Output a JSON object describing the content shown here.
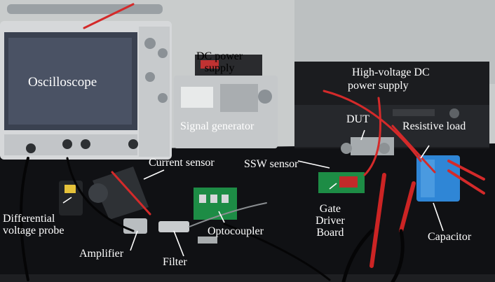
{
  "colors": {
    "background": "#ffffff",
    "bench": "#101114",
    "wall": "#c9cccc",
    "label_light": "#ffffff",
    "label_dark": "#000000",
    "annotation_arrow": "#ffffff",
    "probe_red": "#d42a2a",
    "capacitor_blue": "#2f86d6",
    "pcb_green": "#1d8c45"
  },
  "labels": {
    "oscilloscope": "Oscilloscope",
    "dc_power_supply_line1": "DC power",
    "dc_power_supply_line2": "supply",
    "high_voltage_dc_line1": "High-voltage DC",
    "high_voltage_dc_line2": "power supply",
    "dut": "DUT",
    "resistive_load": "Resistive load",
    "signal_generator": "Signal generator",
    "current_sensor": "Current sensor",
    "ssw_sensor": "SSW sensor",
    "gate_driver_line1": "Gate",
    "gate_driver_line2": "Driver",
    "gate_driver_line3": "Board",
    "differential_probe_line1": "Differential",
    "differential_probe_line2": "voltage probe",
    "optocoupler": "Optocoupler",
    "amplifier": "Amplifier",
    "filter": "Filter",
    "capacitor": "Capacitor"
  },
  "icons": {
    "annotation": "arrow-icon"
  }
}
